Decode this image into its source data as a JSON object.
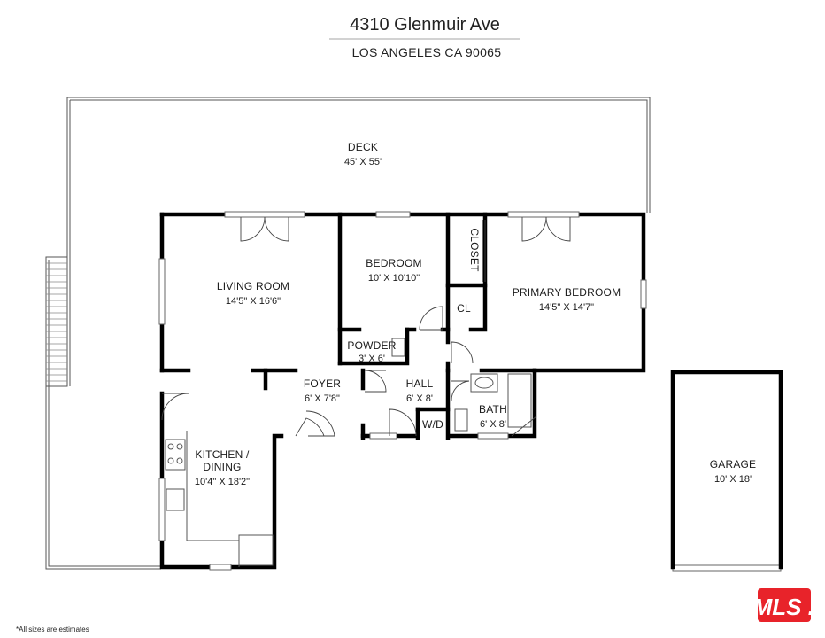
{
  "header": {
    "address": "4310 Glenmuir Ave",
    "city": "LOS ANGELES CA 90065"
  },
  "rooms": {
    "deck": {
      "name": "DECK",
      "size": "45' X 55'"
    },
    "living": {
      "name": "LIVING ROOM",
      "size": "14'5\" X 16'6\""
    },
    "bedroom": {
      "name": "BEDROOM",
      "size": "10' X 10'10\""
    },
    "closet": {
      "name": "CLOSET"
    },
    "cl": {
      "name": "CL"
    },
    "primary": {
      "name": "PRIMARY BEDROOM",
      "size": "14'5\" X 14'7\""
    },
    "powder": {
      "name": "POWDER",
      "size": "3' X 6'"
    },
    "foyer": {
      "name": "FOYER",
      "size": "6' X 7'8\""
    },
    "hall": {
      "name": "HALL",
      "size": "6' X 8'"
    },
    "wd": {
      "name": "W/D"
    },
    "bath": {
      "name": "BATH",
      "size": "6' X 8'"
    },
    "kitchen": {
      "name_line1": "KITCHEN /",
      "name_line2": "DINING",
      "size": "10'4\" X 18'2\""
    },
    "garage": {
      "name": "GARAGE",
      "size": "10' X 18'"
    }
  },
  "footer": {
    "note": "*All sizes are estimates",
    "logo_text": "THE MLS .COM"
  },
  "colors": {
    "wall": "#000000",
    "logo": "#e8232a",
    "text": "#1a1a1a"
  }
}
